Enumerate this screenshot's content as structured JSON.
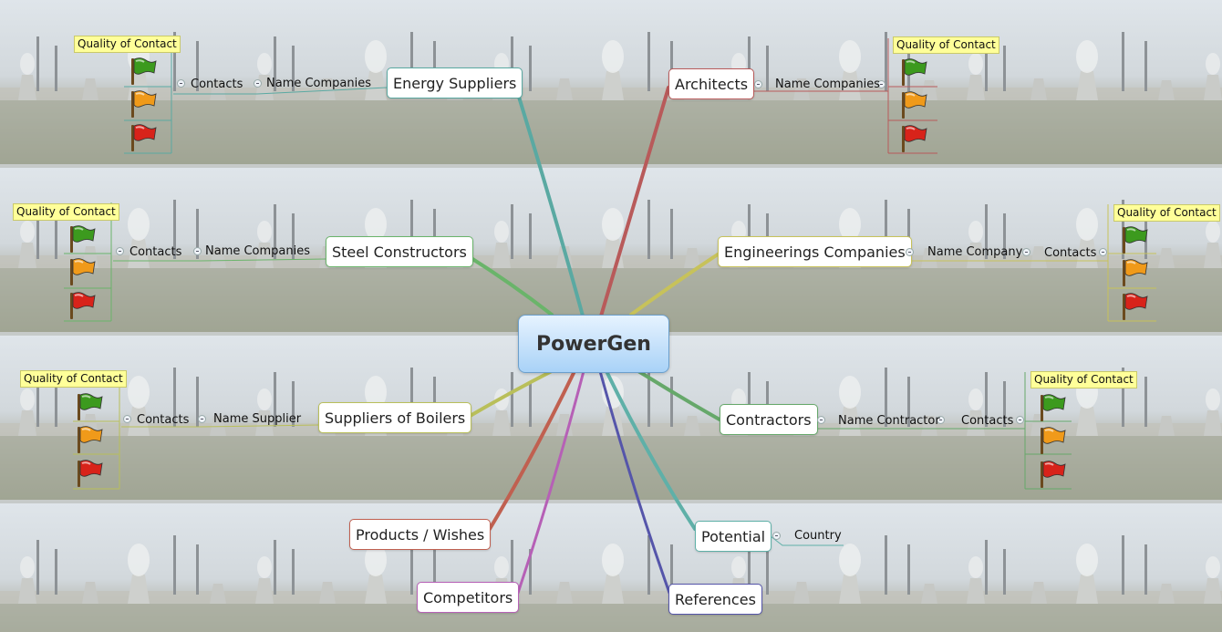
{
  "central_topic": "PowerGen",
  "topics": {
    "energy_suppliers": "Energy Suppliers",
    "architects": "Architects",
    "steel_constructors": "Steel Constructors",
    "engineering_companies": "Engineerings Companies",
    "suppliers_of_boilers": "Suppliers of Boilers",
    "contractors": "Contractors",
    "products_wishes": "Products / Wishes",
    "potential": "Potential",
    "competitors": "Competitors",
    "references": "References"
  },
  "subtopics": {
    "name_companies": "Name Companies",
    "name_company": "Name Company",
    "name_supplier": "Name Supplier",
    "name_contractor": "Name Contractor",
    "contacts": "Contacts",
    "country": "Country"
  },
  "callout": "Quality of Contact",
  "flag_colors": {
    "green": "#3c9a1e",
    "orange": "#f09a1a",
    "red": "#d8231a"
  },
  "branch_colors": {
    "energy_suppliers": "#5aa9a2",
    "architects": "#b85a5a",
    "steel_constructors": "#6ab46a",
    "engineering_companies": "#c7c25a",
    "suppliers_of_boilers": "#b9bf5a",
    "contractors": "#66a86a",
    "products_wishes": "#c06050",
    "potential": "#5fb0a8",
    "competitors": "#b660b6",
    "references": "#5555aa"
  }
}
